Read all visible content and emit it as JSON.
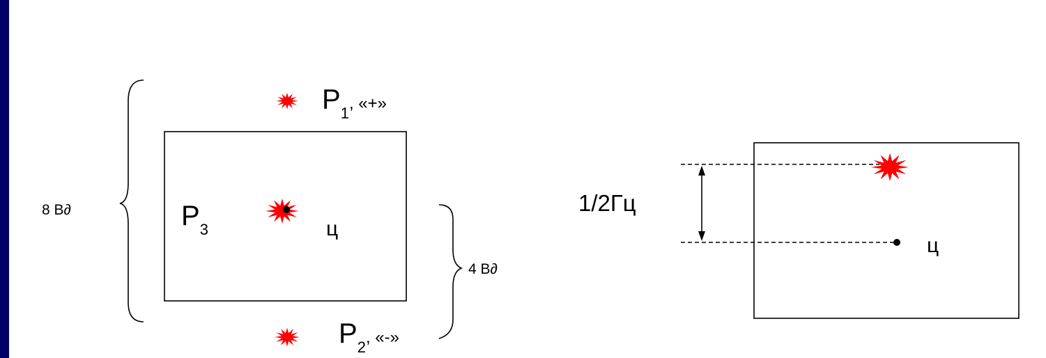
{
  "left_diagram": {
    "p1": {
      "letter": "P",
      "sub": "1",
      "sign": ", «+»"
    },
    "p2": {
      "letter": "P",
      "sub": "2",
      "sign": ", «-»"
    },
    "p3": {
      "letter": "P",
      "sub": "3"
    },
    "center_label": "ц",
    "brace_large_label": "8 В",
    "brace_small_label": "4 В",
    "unit_suffix": "∂"
  },
  "right_diagram": {
    "distance_label": "1/2Гц",
    "center_label": "ц"
  },
  "colors": {
    "frame": "#000066",
    "marker": "#ff0000",
    "line": "#000000",
    "background": "#ffffff"
  }
}
